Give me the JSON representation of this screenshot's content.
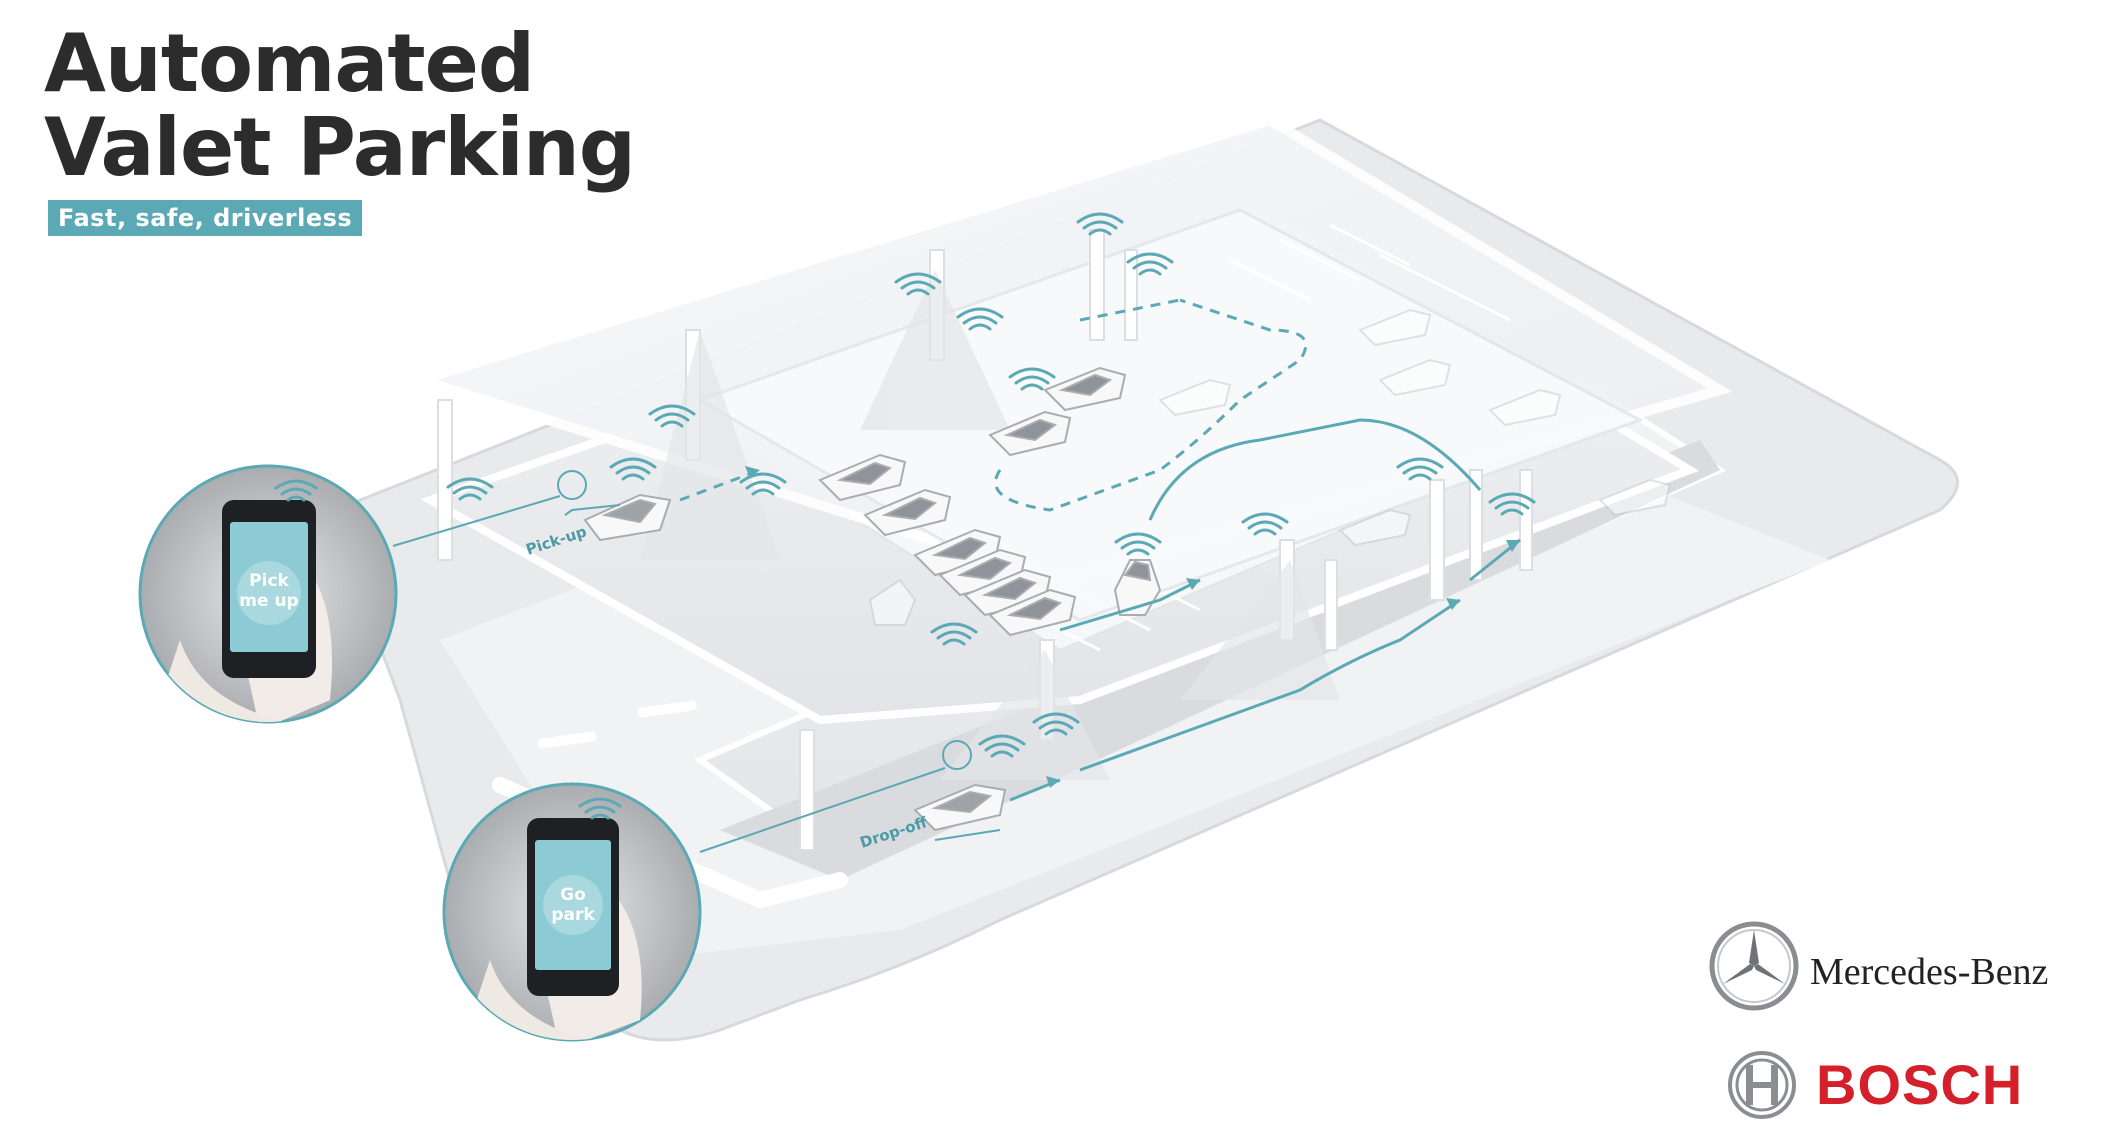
{
  "header": {
    "title_line1": "Automated",
    "title_line2": "Valet Parking",
    "subtitle": "Fast, safe, driverless"
  },
  "labels": {
    "pickup": "Pick-up",
    "dropoff": "Drop-off"
  },
  "phones": [
    {
      "text_line1": "Pick",
      "text_line2": "me up"
    },
    {
      "text_line1": "Go",
      "text_line2": "park"
    }
  ],
  "logos": {
    "mercedes": "Mercedes-Benz",
    "bosch": "BOSCH"
  },
  "colors": {
    "accent": "#5aa9b4",
    "title": "#2c2c2c",
    "bosch_red": "#d3202a"
  }
}
